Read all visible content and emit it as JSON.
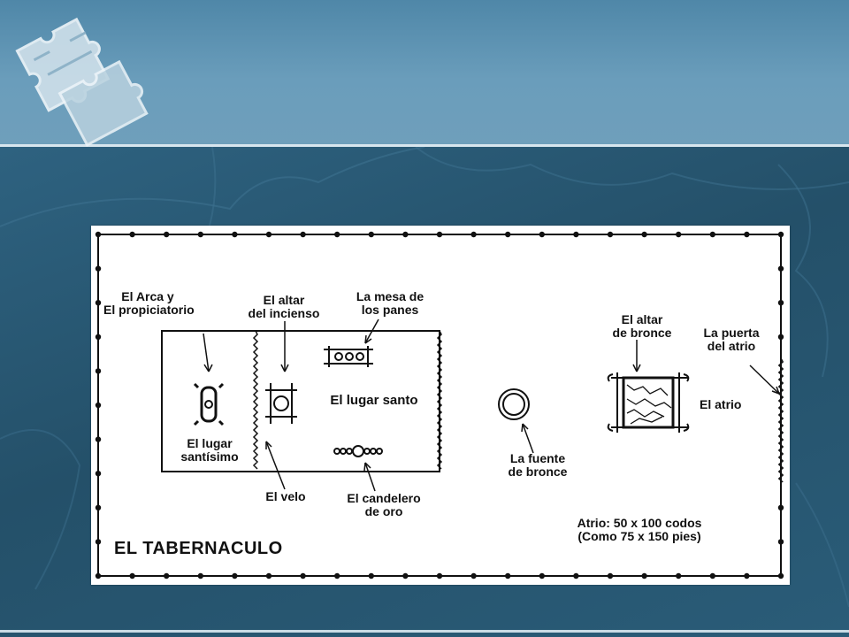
{
  "colors": {
    "header": "#6a9dbb",
    "body_background": "#245069",
    "diagram_background": "#ffffff",
    "ink": "#111111"
  },
  "logo": {
    "icon": "puzzle-pieces-icon"
  },
  "diagram": {
    "title": "EL TABERNACULO",
    "labels": {
      "arca": "El Arca y\nEl propiciatorio",
      "altar_incienso": "El altar\ndel incienso",
      "mesa_panes": "La mesa de\nlos panes",
      "lugar_santo": "El lugar santo",
      "lugar_santisimo": "El lugar\nsantísimo",
      "velo": "El velo",
      "candelero": "El candelero\nde oro",
      "fuente": "La fuente\nde bronce",
      "altar_bronce": "El altar\nde bronce",
      "puerta": "La puerta\ndel atrio",
      "atrio": "El atrio",
      "dimensions": "Atrio: 50 x 100 codos\n(Como 75 x 150 pies)"
    }
  }
}
